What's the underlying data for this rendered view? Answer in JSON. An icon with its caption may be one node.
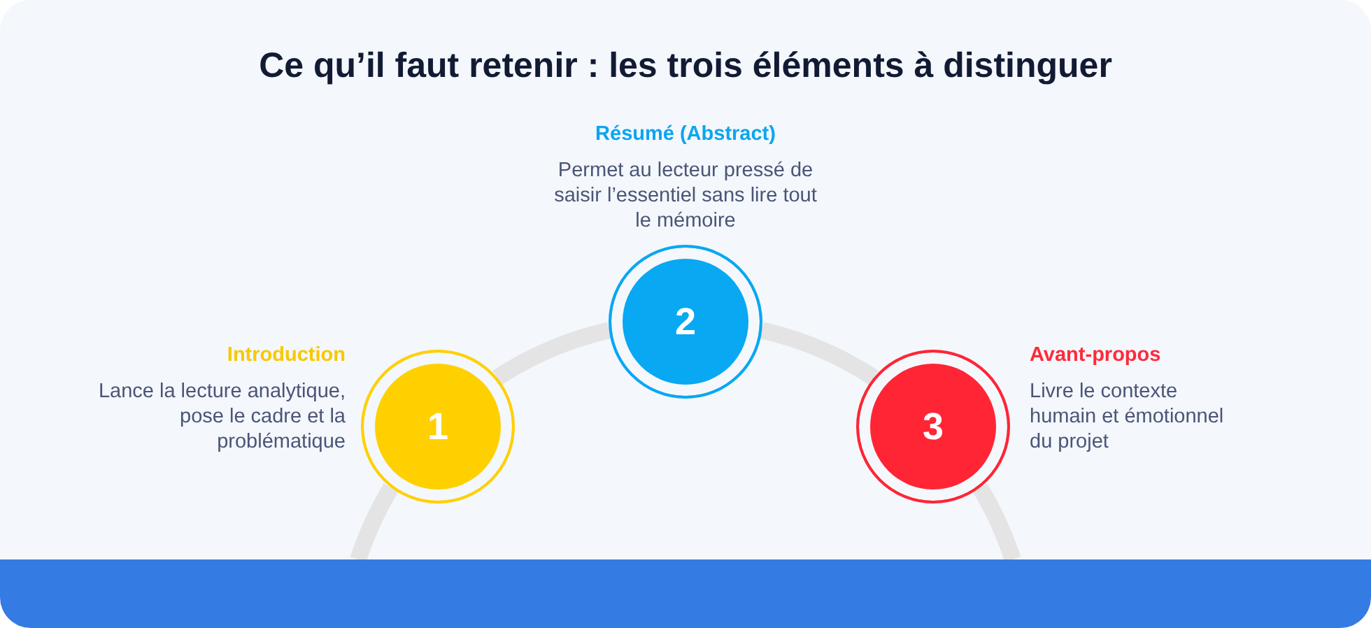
{
  "diagram": {
    "title": "Ce qu’il faut retenir : les trois éléments à distinguer",
    "nodes": [
      {
        "text": [
          "1"
        ],
        "beside": [
          "Introduction",
          "Lance la lecture analytique, pose le cadre et la problématique"
        ]
      },
      {
        "text": [
          "2"
        ],
        "beside": [
          "Résumé (Abstract)",
          "Permet au lecteur pressé de saisir l’essentiel sans lire tout le mémoire"
        ]
      },
      {
        "text": [
          "3"
        ],
        "beside": [
          "Avant-propos",
          "Livre le contexte humain et émotionnel du projet"
        ]
      }
    ],
    "edges": [
      {
        "from": 0,
        "to": 1,
        "arrow": "none"
      },
      {
        "from": 1,
        "to": 2,
        "arrow": "none"
      }
    ]
  }
}
